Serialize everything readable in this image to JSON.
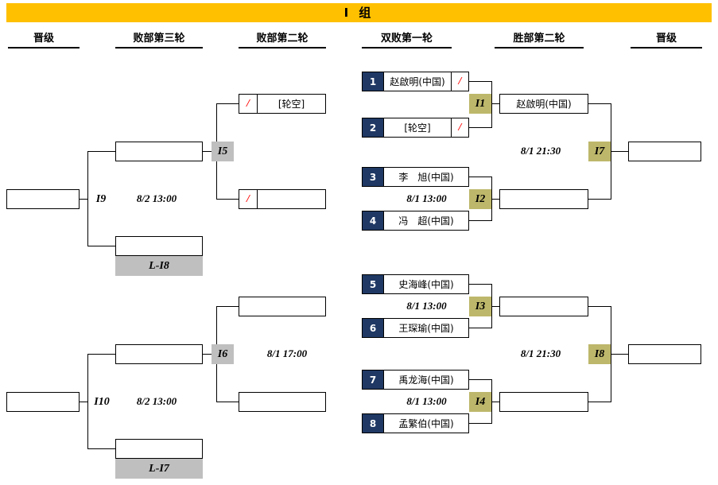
{
  "title": "I 组",
  "headers": [
    "晋级",
    "败部第三轮",
    "败部第二轮",
    "双败第一轮",
    "胜部第二轮",
    "晋级"
  ],
  "colors": {
    "title_bg": "#FFC000",
    "seed_bg": "#1F3864",
    "match_label_bg": "#BDB76B",
    "loser_label_bg": "#BFBFBF",
    "mark_color": "#FF0000"
  },
  "round1": [
    {
      "label": "I1",
      "p1_seed": "1",
      "p1_name": "赵啟明(中国)",
      "p1_mark": "/",
      "p2_seed": "2",
      "p2_name": "[轮空]",
      "p2_mark": "/"
    },
    {
      "label": "I2",
      "time": "8/1 13:00",
      "p1_seed": "3",
      "p1_name": "李　旭(中国)",
      "p2_seed": "4",
      "p2_name": "冯　超(中国)"
    },
    {
      "label": "I3",
      "time": "8/1 13:00",
      "p1_seed": "5",
      "p1_name": "史海峰(中国)",
      "p2_seed": "6",
      "p2_name": "王琛瑜(中国)"
    },
    {
      "label": "I4",
      "time": "8/1 13:00",
      "p1_seed": "7",
      "p1_name": "禹龙海(中国)",
      "p2_seed": "8",
      "p2_name": "孟繁伯(中国)"
    }
  ],
  "winners_round2": [
    {
      "label": "I7",
      "time": "8/1 21:30",
      "top_player": "赵啟明(中国)"
    },
    {
      "label": "I8",
      "time": "8/1 21:30"
    }
  ],
  "losers_round2": [
    {
      "label": "I5",
      "top_mark": "/",
      "top_name": "[轮空]",
      "bottom_mark": "/"
    },
    {
      "label": "I6",
      "time": "8/1 17:00"
    }
  ],
  "losers_round3": [
    {
      "label": "I9",
      "time": "8/2 13:00",
      "loser_from": "L-I8"
    },
    {
      "label": "I10",
      "time": "8/2 13:00",
      "loser_from": "L-I7"
    }
  ]
}
